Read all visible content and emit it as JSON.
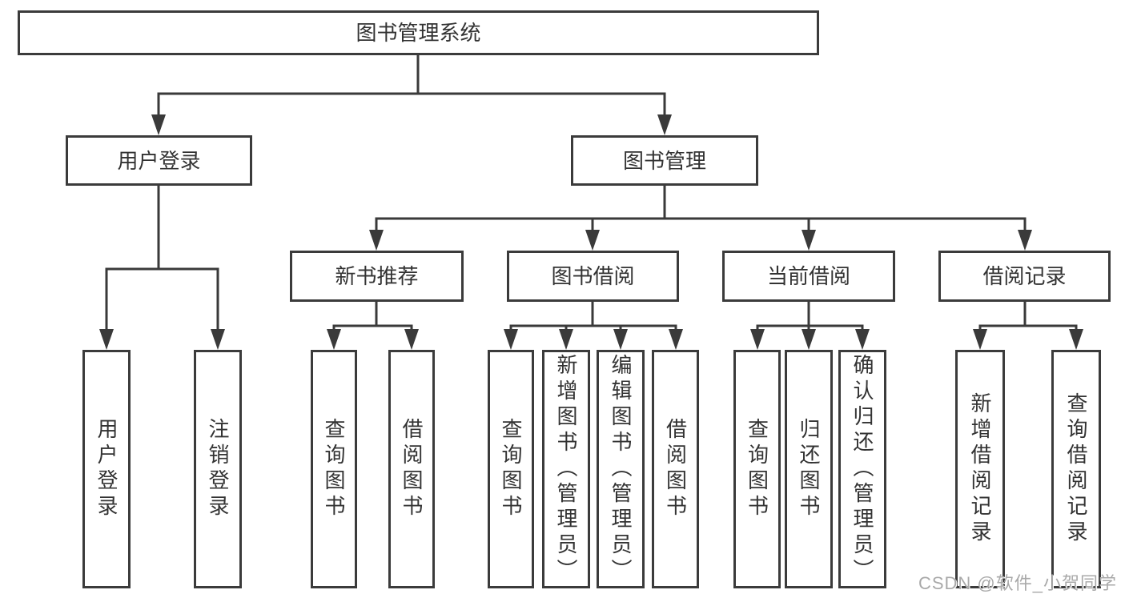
{
  "diagram_type": "hierarchy-tree",
  "tree": {
    "label": "图书管理系统",
    "children": [
      {
        "label": "用户登录",
        "children": [
          {
            "label": "用户登录"
          },
          {
            "label": "注销登录"
          }
        ]
      },
      {
        "label": "图书管理",
        "children": [
          {
            "label": "新书推荐",
            "children": [
              {
                "label": "查询图书"
              },
              {
                "label": "借阅图书"
              }
            ]
          },
          {
            "label": "图书借阅",
            "children": [
              {
                "label": "查询图书"
              },
              {
                "label": "新增图书（管理员）"
              },
              {
                "label": "编辑图书（管理员）"
              },
              {
                "label": "借阅图书"
              }
            ]
          },
          {
            "label": "当前借阅",
            "children": [
              {
                "label": "查询图书"
              },
              {
                "label": "归还图书"
              },
              {
                "label": "确认归还（管理员）"
              }
            ]
          },
          {
            "label": "借阅记录",
            "children": [
              {
                "label": "新增借阅记录"
              },
              {
                "label": "查询借阅记录"
              }
            ]
          }
        ]
      }
    ]
  },
  "watermark": "CSDN @软件_小贺同学",
  "colors": {
    "line": "#3a3a3a",
    "box_border": "#3b3b3b",
    "text": "#333333",
    "watermark": "#a9a9a9",
    "background": "#ffffff"
  }
}
